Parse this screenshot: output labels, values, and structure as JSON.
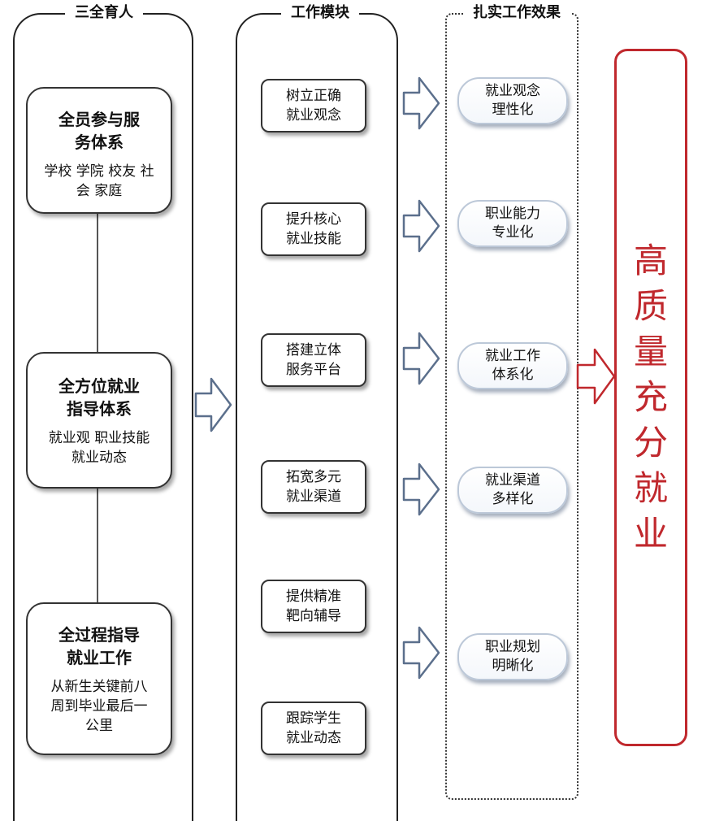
{
  "columns": {
    "col1_title": "三全育人",
    "col2_title": "工作模块",
    "col3_title": "扎实工作效果"
  },
  "pillars": [
    {
      "title": "全员参与服务体系",
      "detail": "学校 学院 校友 社会 家庭"
    },
    {
      "title": "全方位就业指导体系",
      "detail": "就业观 职业技能 就业动态"
    },
    {
      "title": "全过程指导就业工作",
      "detail": "从新生关键前八周到毕业最后一公里"
    }
  ],
  "modules": [
    {
      "label": "树立正确\n就业观念"
    },
    {
      "label": "提升核心\n就业技能"
    },
    {
      "label": "搭建立体\n服务平台"
    },
    {
      "label": "拓宽多元\n就业渠道"
    },
    {
      "label": "提供精准\n靶向辅导"
    },
    {
      "label": "跟踪学生\n就业动态"
    }
  ],
  "effects": [
    {
      "label": "就业观念\n理性化"
    },
    {
      "label": "职业能力\n专业化"
    },
    {
      "label": "就业工作\n体系化"
    },
    {
      "label": "就业渠道\n多样化"
    },
    {
      "label": "职业规划\n明晰化"
    }
  ],
  "goal": {
    "text": "高质量充分就业"
  },
  "colors": {
    "outline": "#222222",
    "effect_border": "#bcc8d8",
    "arrow_stroke": "#5b6f8c",
    "goal_red": "#c0282d"
  }
}
